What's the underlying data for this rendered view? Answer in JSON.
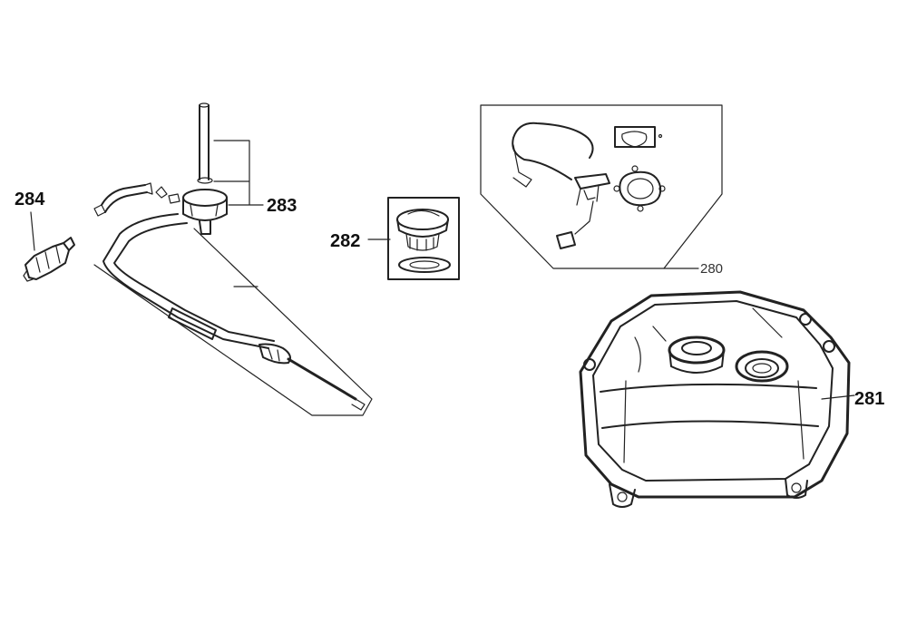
{
  "callouts": {
    "c280": "280",
    "c281": "281",
    "c282": "282",
    "c283": "283",
    "c284": "284"
  },
  "colors": {
    "line": "#222222",
    "background": "#ffffff"
  }
}
